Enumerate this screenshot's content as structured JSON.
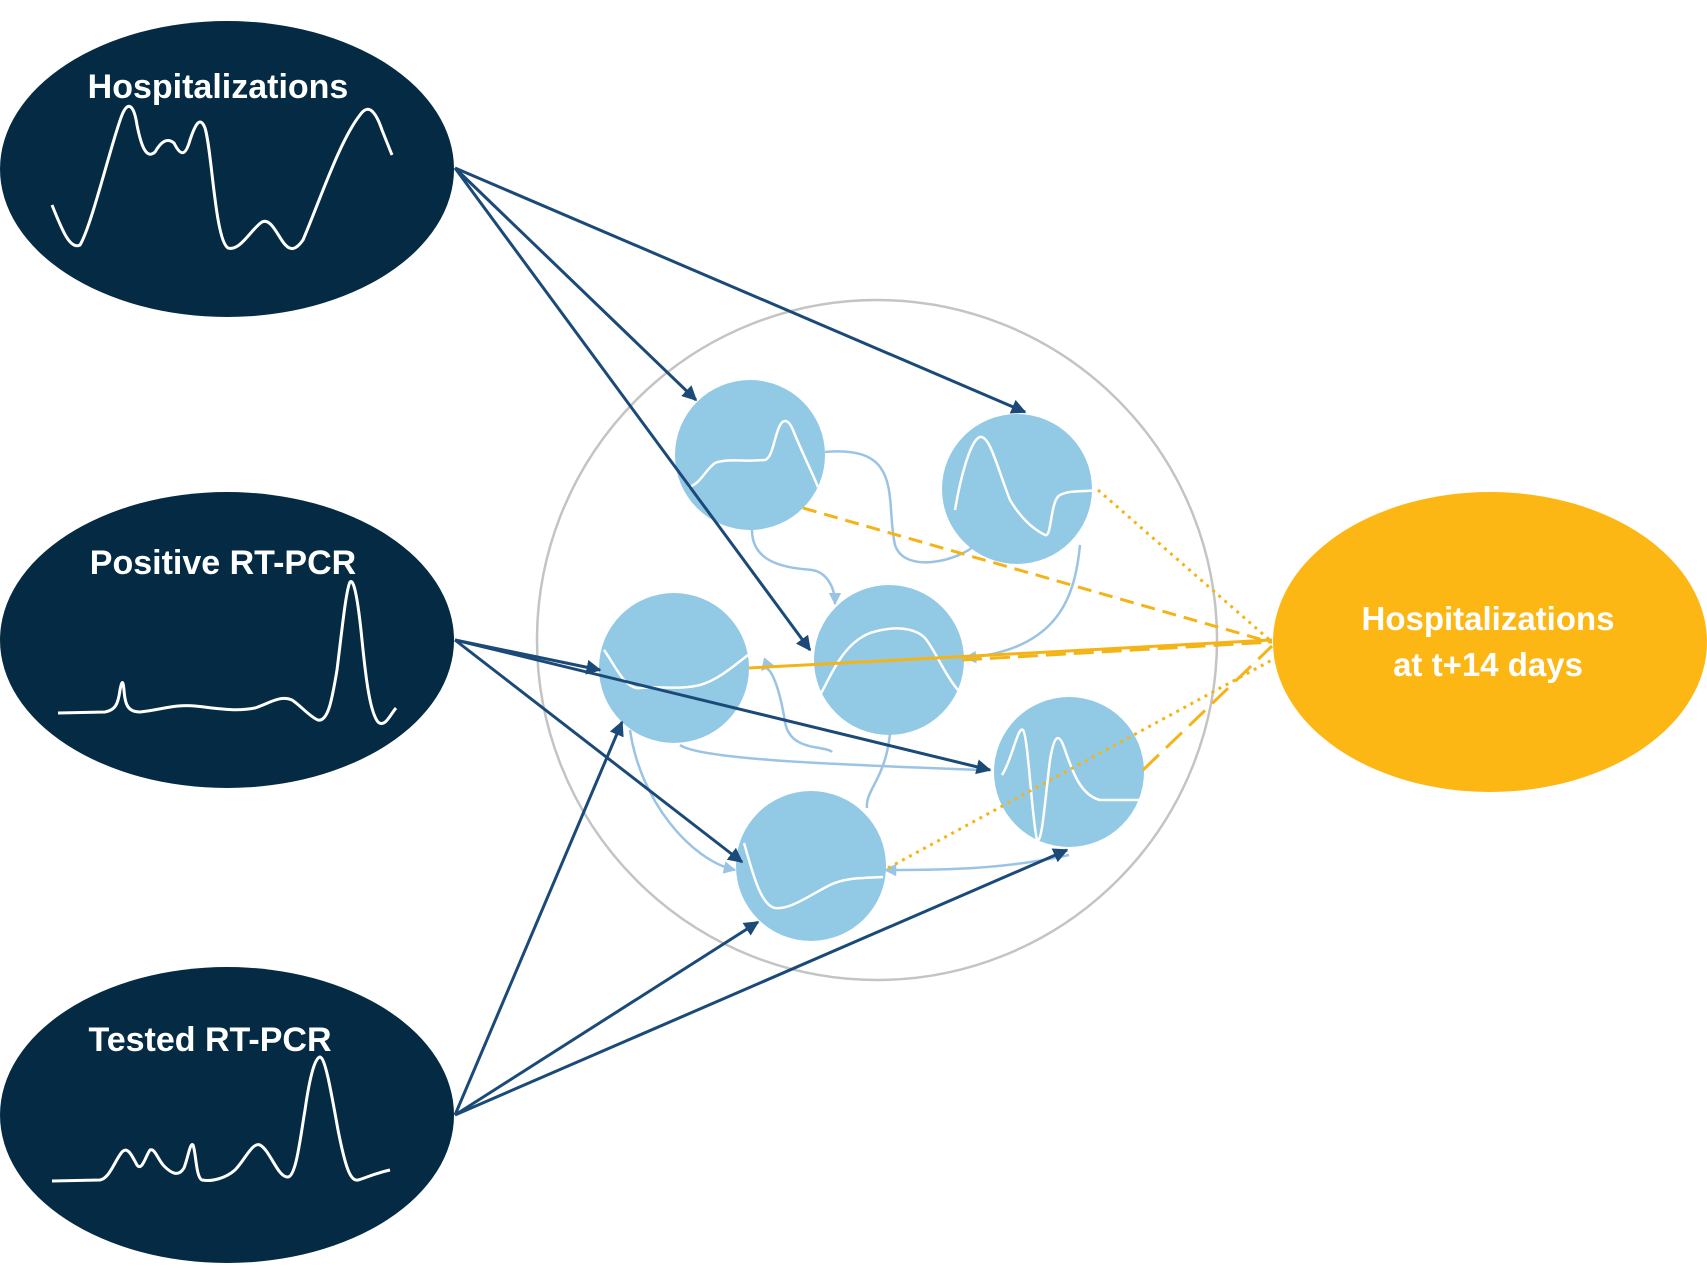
{
  "inputs": {
    "hospitalizations": "Hospitalizations",
    "positive_rtpcr": "Positive RT-PCR",
    "tested_rtpcr": "Tested RT-PCR"
  },
  "output": {
    "line1": "Hospitalizations",
    "line2": "at t+14 days"
  },
  "colors": {
    "input_node": "#042b43",
    "output_node": "#fdb714",
    "hidden_node": "#92c9e5",
    "input_arrow": "#1b4a78",
    "recurrent_link": "#9bc3e3",
    "output_link": "#f4b417",
    "reservoir_outline": "#c4c4c4",
    "white": "#ffffff"
  }
}
